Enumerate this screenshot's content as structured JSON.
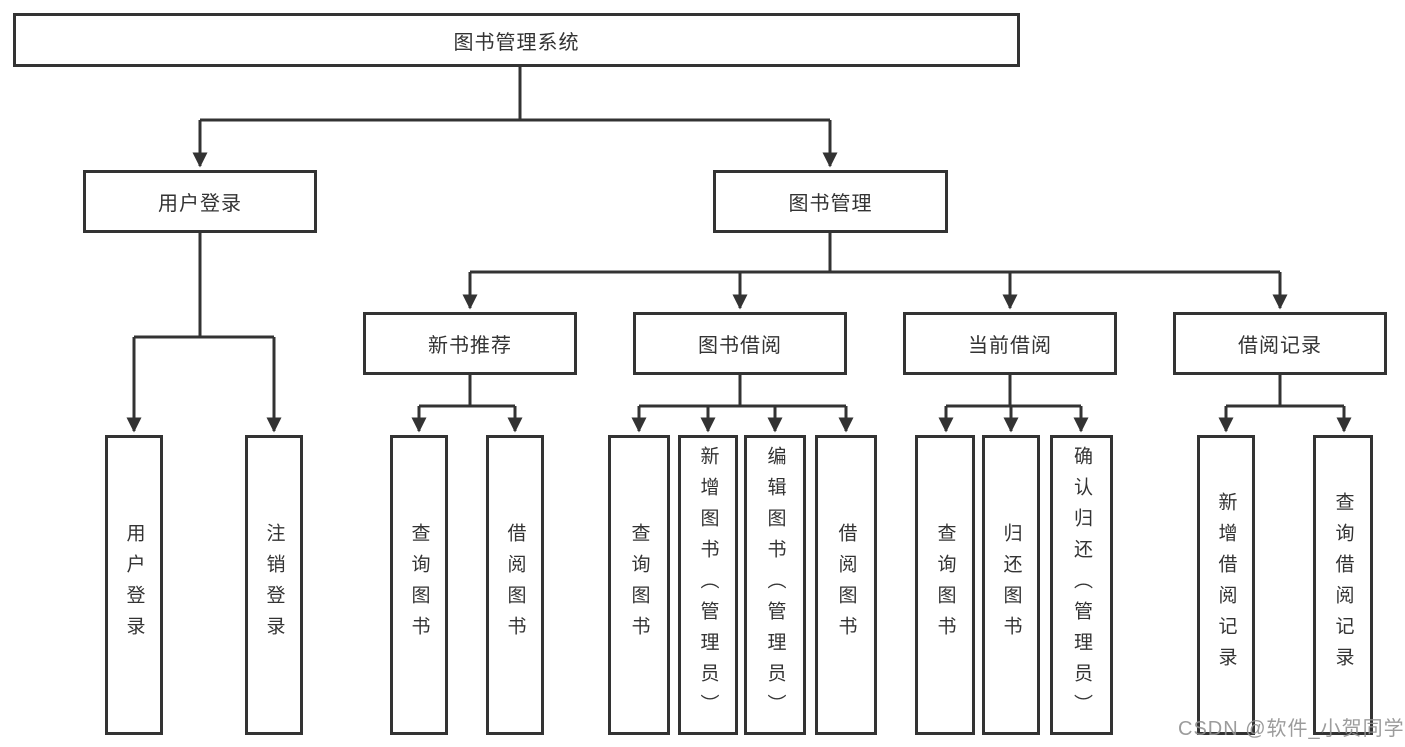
{
  "title": "图书管理系统",
  "watermark": "CSDN @软件_小贺同学",
  "nodes": {
    "level2": [
      {
        "label": "用户登录"
      },
      {
        "label": "图书管理"
      }
    ],
    "level3": [
      {
        "label": "新书推荐"
      },
      {
        "label": "图书借阅"
      },
      {
        "label": "当前借阅"
      },
      {
        "label": "借阅记录"
      }
    ],
    "leaves": {
      "login": [
        "用户登录",
        "注销登录"
      ],
      "recommend": [
        "查询图书",
        "借阅图书"
      ],
      "borrow": [
        "查询图书",
        "新增图书（管理员）",
        "编辑图书（管理员）",
        "借阅图书"
      ],
      "current": [
        "查询图书",
        "归还图书",
        "确认归还（管理员）"
      ],
      "record": [
        "新增借阅记录",
        "查询借阅记录"
      ]
    }
  },
  "colors": {
    "line": "#333333",
    "box_border": "#333333",
    "box_fill": "#ffffff",
    "text": "#333333",
    "watermark": "#919191",
    "background": "#ffffff"
  }
}
